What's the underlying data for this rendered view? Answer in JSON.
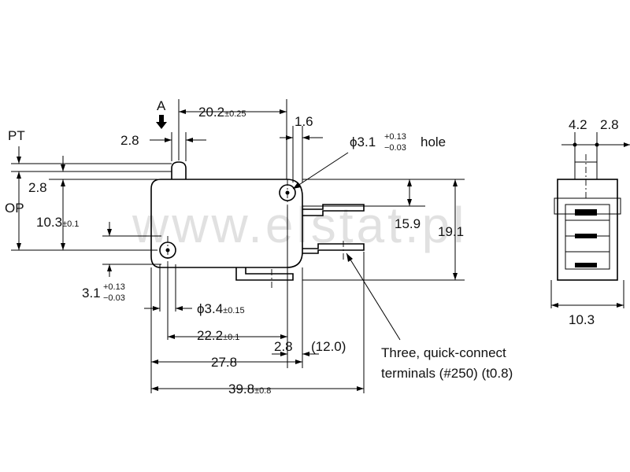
{
  "watermark": "www.elstat.pl",
  "labels": {
    "actuator_letter": "A",
    "pt": "PT",
    "op": "OP",
    "dim_2_8_top": "2.8",
    "dim_2_8_left": "2.8",
    "dim_20_2": "20.2",
    "tol_20_2": "±0.25",
    "dim_1_6": "1.6",
    "hole_diam": "ϕ3.1",
    "hole_tol_plus": "+0.13",
    "hole_tol_minus": "−0.03",
    "hole_word": "hole",
    "dim_10_3_left": "10.3",
    "tol_10_3": "±0.1",
    "dim_15_9": "15.9",
    "dim_19_1": "19.1",
    "dim_3_1_left": "3.1",
    "tol_3_1_plus": "+0.13",
    "tol_3_1_minus": "−0.03",
    "dim_3_4": "ϕ3.4",
    "tol_3_4": "±0.15",
    "dim_22_2": "22.2",
    "tol_22_2": "±0.1",
    "dim_2_8_bottom": "2.8",
    "dim_12_0": "(12.0)",
    "dim_27_8": "27.8",
    "dim_39_8": "39.8",
    "tol_39_8": "±0.8",
    "note_line1": "Three, quick-connect",
    "note_line2": "terminals (#250) (t0.8)",
    "side_4_2": "4.2",
    "side_2_8": "2.8",
    "side_10_3": "10.3"
  }
}
